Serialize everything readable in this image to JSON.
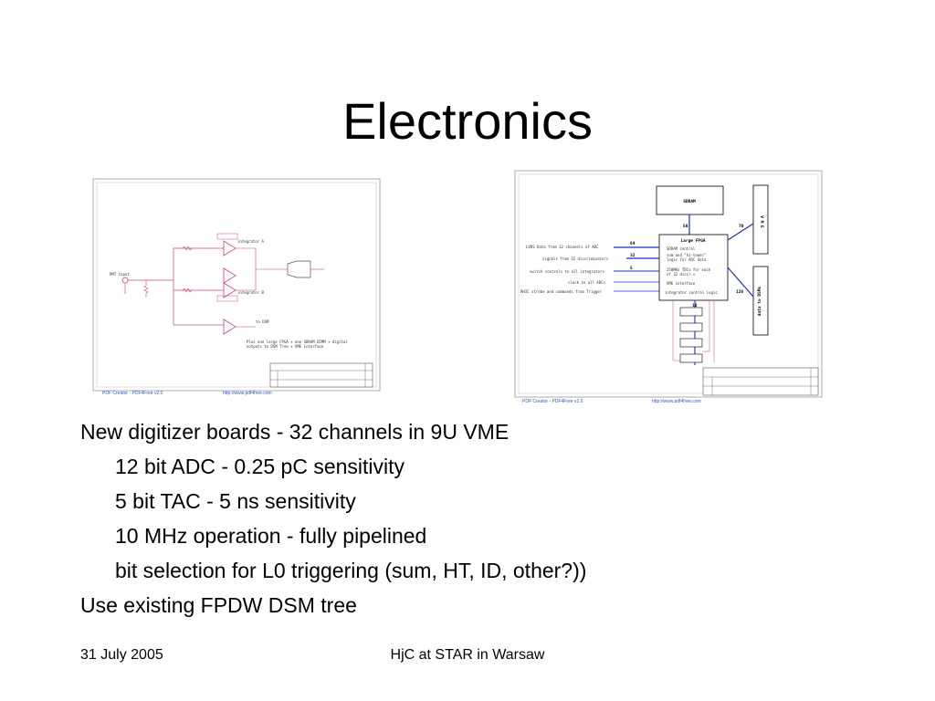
{
  "slide": {
    "title": "Electronics",
    "bullets": [
      {
        "level": 1,
        "text": "New digitizer boards - 32 channels in 9U VME"
      },
      {
        "level": 2,
        "text": "12 bit ADC - 0.25 pC sensitivity"
      },
      {
        "level": 2,
        "text": "5 bit TAC - 5 ns sensitivity"
      },
      {
        "level": 2,
        "text": "10 MHz operation - fully pipelined"
      },
      {
        "level": 2,
        "text": "bit selection for L0 triggering (sum, HT, ID, other?))"
      },
      {
        "level": 1,
        "text": "Use existing FPDW DSM tree"
      }
    ],
    "footer": {
      "date": "31 July 2005",
      "title": "HjC at STAR in Warsaw"
    }
  },
  "figure_left": {
    "credit_left": "PDF Creator - PDF4Free v2.0",
    "credit_right": "http://www.pdf4free.com"
  },
  "figure_right": {
    "credit_left": "PDF Creator - PDF4Free v2.0",
    "credit_right": "http://www.pdf4free.com",
    "labels": {
      "sdram": "SDRAM",
      "fpga": "Large FPGA",
      "vme": "V M E",
      "data_to": "data to DSMs",
      "n50": "50",
      "n70": "70",
      "n64": "64",
      "n32": "32",
      "n5": "5",
      "n128": "128",
      "n10": "10"
    }
  },
  "colors": {
    "text": "#000000",
    "background": "#ffffff",
    "credit": "#3355cc",
    "wire_blue": "#1a2fd0",
    "wire_pink": "#d04080"
  }
}
